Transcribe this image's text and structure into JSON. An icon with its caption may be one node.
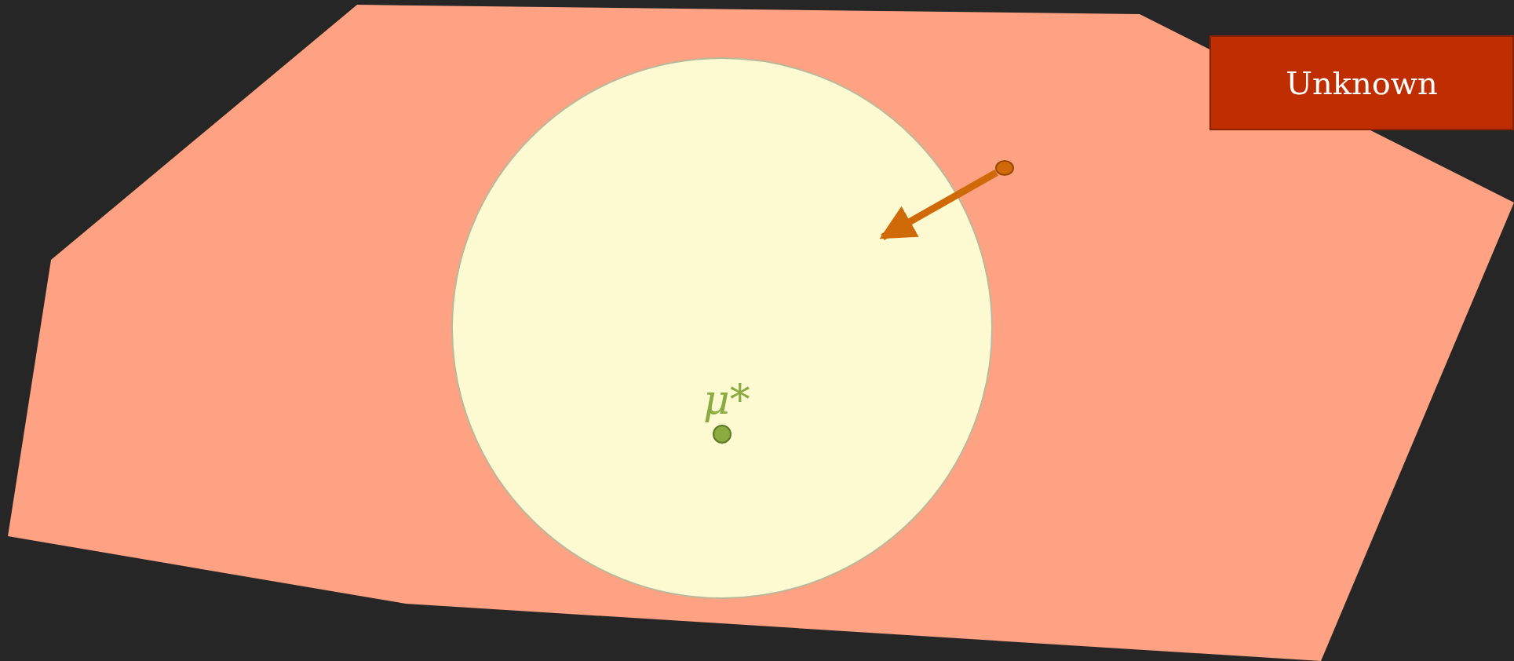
{
  "diagram": {
    "nodes": [
      {
        "text": [],
        "shape": "polygon"
      },
      {
        "text": [],
        "shape": "circle",
        "in": 0
      },
      {
        "text": [],
        "shape": "circle",
        "in": 1,
        "beside": [
          "μ*"
        ]
      },
      {
        "text": [],
        "shape": "circle",
        "in": 0
      },
      {
        "text": [
          "Unknown"
        ]
      }
    ],
    "edges": [
      {
        "from": 3,
        "to": 1,
        "arrow": "to"
      }
    ]
  }
}
